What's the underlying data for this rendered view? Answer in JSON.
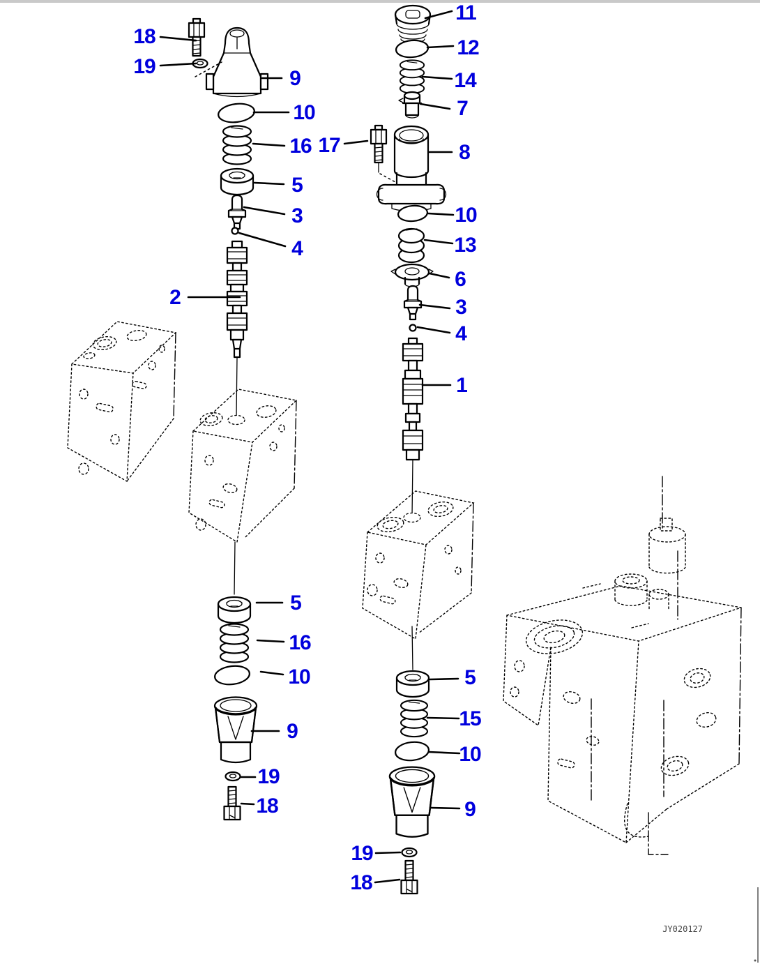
{
  "figure": {
    "type": "exploded-parts-diagram",
    "watermark": "JY020127",
    "colors": {
      "callout": "#0000dd",
      "line": "#000000",
      "background": "#ffffff"
    }
  },
  "callouts": [
    {
      "text": "18"
    },
    {
      "text": "19"
    },
    {
      "text": "9"
    },
    {
      "text": "10"
    },
    {
      "text": "16"
    },
    {
      "text": "17"
    },
    {
      "text": "5"
    },
    {
      "text": "3"
    },
    {
      "text": "4"
    },
    {
      "text": "2"
    },
    {
      "text": "5"
    },
    {
      "text": "16"
    },
    {
      "text": "10"
    },
    {
      "text": "9"
    },
    {
      "text": "19"
    },
    {
      "text": "18"
    },
    {
      "text": "11"
    },
    {
      "text": "12"
    },
    {
      "text": "14"
    },
    {
      "text": "7"
    },
    {
      "text": "8"
    },
    {
      "text": "10"
    },
    {
      "text": "13"
    },
    {
      "text": "6"
    },
    {
      "text": "3"
    },
    {
      "text": "4"
    },
    {
      "text": "1"
    },
    {
      "text": "5"
    },
    {
      "text": "15"
    },
    {
      "text": "10"
    },
    {
      "text": "9"
    },
    {
      "text": "19"
    },
    {
      "text": "18"
    }
  ]
}
